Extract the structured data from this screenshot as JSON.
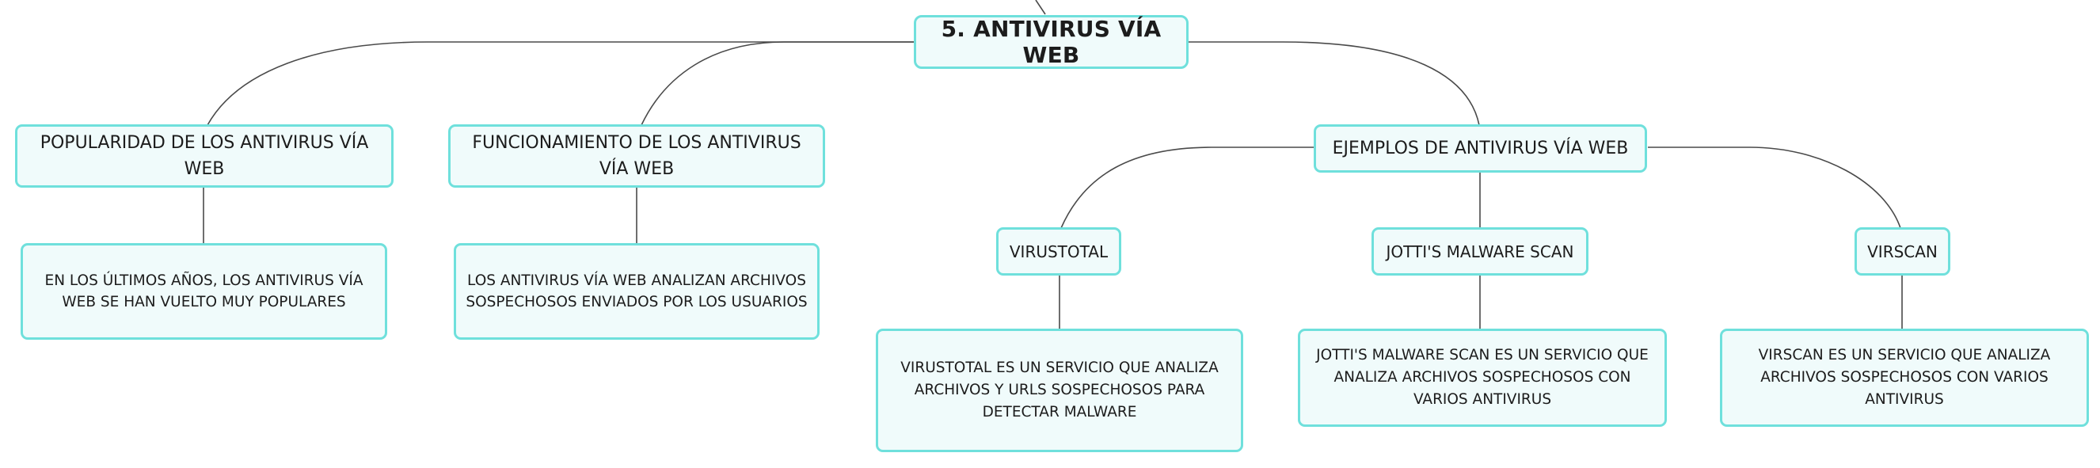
{
  "colors": {
    "node_border": "#6fe0dc",
    "node_fill": "#f0fbfb",
    "connector": "#4a4a4a"
  },
  "root": {
    "label": "5. ANTIVIRUS VÍA WEB"
  },
  "branches": [
    {
      "label": "POPULARIDAD DE LOS ANTIVIRUS VÍA WEB",
      "detail": "EN LOS ÚLTIMOS AÑOS, LOS ANTIVIRUS VÍA WEB SE HAN VUELTO MUY POPULARES"
    },
    {
      "label": "FUNCIONAMIENTO DE LOS ANTIVIRUS VÍA WEB",
      "detail": "LOS ANTIVIRUS VÍA WEB ANALIZAN ARCHIVOS SOSPECHOSOS ENVIADOS POR LOS USUARIOS"
    },
    {
      "label": "EJEMPLOS DE ANTIVIRUS VÍA WEB",
      "examples": [
        {
          "label": "VIRUSTOTAL",
          "detail": "VIRUSTOTAL ES UN SERVICIO QUE ANALIZA ARCHIVOS Y URLS SOSPECHOSOS PARA DETECTAR MALWARE"
        },
        {
          "label": "JOTTI'S MALWARE SCAN",
          "detail": "JOTTI'S MALWARE SCAN ES UN SERVICIO QUE ANALIZA ARCHIVOS SOSPECHOSOS CON VARIOS ANTIVIRUS"
        },
        {
          "label": "VIRSCAN",
          "detail": "VIRSCAN ES UN SERVICIO QUE ANALIZA ARCHIVOS SOSPECHOSOS CON VARIOS ANTIVIRUS"
        }
      ]
    }
  ]
}
